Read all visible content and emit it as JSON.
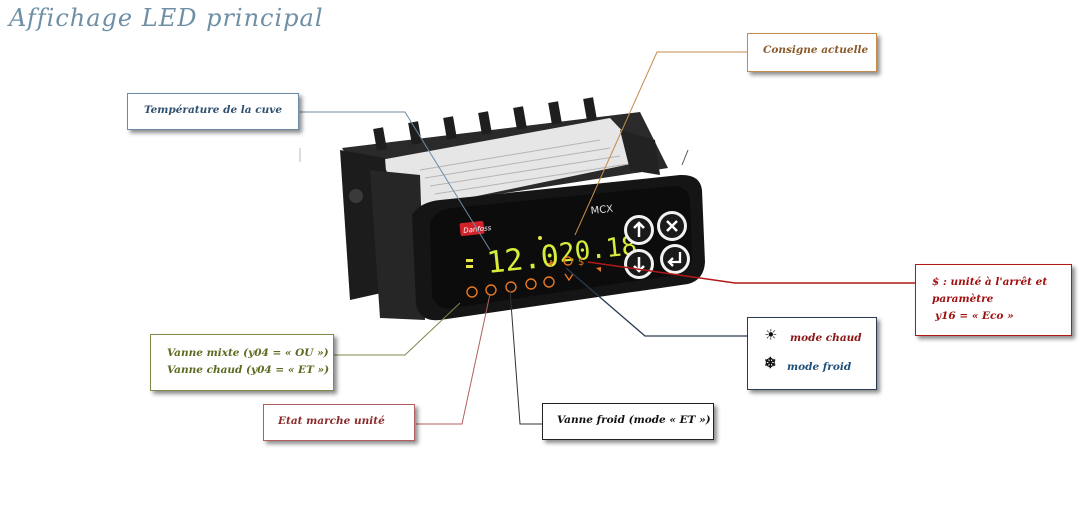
{
  "title": "Affichage LED principal",
  "device": {
    "brand": "Danfoss",
    "model": "MCX",
    "display_left": "12.0",
    "display_right": "20.18"
  },
  "labels": {
    "consigne": "Consigne actuelle",
    "temperature": "Température de la cuve",
    "dollar_line1": "$ : unité à l'arrêt et",
    "dollar_line2": "paramètre",
    "dollar_line3": "y16 = « Eco »",
    "mode_chaud": "mode chaud",
    "mode_froid": "mode froid",
    "vanne_mixte": "Vanne mixte  (y04 = « OU »)",
    "vanne_chaud": "Vanne chaud (y04 =  « ET »)",
    "etat_marche": "Etat marche unité",
    "vanne_froid": "Vanne froid (mode « ET »)"
  },
  "icons": {
    "mode_chaud": "sun-icon",
    "mode_froid": "snowflake-icon"
  },
  "colors": {
    "led": "#d8ec3a",
    "led_orange": "#e87722",
    "brand_red": "#d2232a"
  }
}
